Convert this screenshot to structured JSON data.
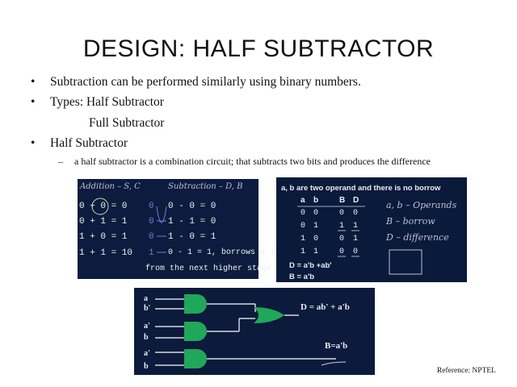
{
  "title": "DESIGN: HALF SUBTRACTOR",
  "bullets": [
    {
      "mark": "•",
      "text": "Subtraction can be performed similarly using binary numbers."
    },
    {
      "mark": "•",
      "text": "Types: Half Subtractor"
    },
    {
      "mark": "",
      "text": "Full Subtractor"
    },
    {
      "mark": "•",
      "text": "Half Subtractor"
    }
  ],
  "sub_bullet": {
    "mark": "–",
    "text": "a half subtractor is a combination circuit; that subtracts two bits and produces the difference"
  },
  "panel1": {
    "addition_header": "Addition – S, C",
    "subtraction_header": "Subtraction – D, B",
    "addition_rows": [
      "0 + 0 = 0",
      "0 + 1 = 1",
      "1 + 0 = 1",
      "1 + 1 = 10"
    ],
    "addition_carries": [
      "0",
      "0",
      "0",
      "1"
    ],
    "subtraction_rows": [
      "0 - 0 = 0",
      "1 - 1 = 0",
      "1 - 0 = 1",
      "0 - 1 = 1, borrows a 1"
    ],
    "footer": "from the next higher stage"
  },
  "panel2": {
    "heading": "a, b are two operand and there is no borrow",
    "col_headers": [
      "a",
      "b",
      "B",
      "D"
    ],
    "rows": [
      [
        "0",
        "0",
        "0",
        "0"
      ],
      [
        "0",
        "1",
        "1",
        "1"
      ],
      [
        "1",
        "0",
        "0",
        "1"
      ],
      [
        "1",
        "1",
        "0",
        "0"
      ]
    ],
    "notes": [
      "a, b – Operands",
      "B – borrow",
      "D – difference"
    ],
    "eq_d": "D = a'b +ab'",
    "eq_b": "B = a'b"
  },
  "panel3": {
    "inputs": [
      "a",
      "b'",
      "a'",
      "b",
      "a'",
      "b"
    ],
    "eq_d": "D = ab' + a'b",
    "eq_b": "B=a'b"
  },
  "reference": "Reference: NPTEL"
}
